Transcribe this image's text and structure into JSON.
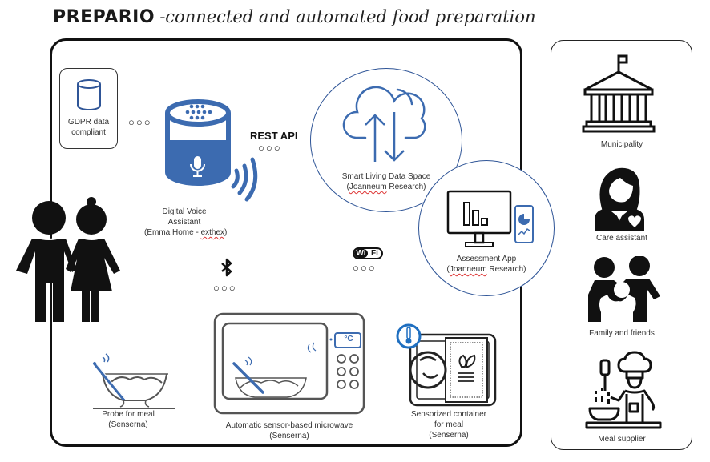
{
  "title": {
    "brand": "PREPARIO",
    "subtitle": "-connected and automated food preparation"
  },
  "colors": {
    "accent_blue": "#2f5597",
    "icon_blue": "#3c6bb0",
    "frame": "#111111",
    "text": "#333333"
  },
  "main": {
    "gdpr": {
      "icon": "database-icon",
      "line1": "GDPR data",
      "line2": "compliant"
    },
    "voice_assistant": {
      "icon": "smart-speaker-icon",
      "line1": "Digital Voice",
      "line2": "Assistant",
      "line3_prefix": "(Emma Home - ",
      "line3_underlined": "exthex",
      "line3_suffix": ")"
    },
    "rest_api": {
      "label": "REST API"
    },
    "connector_dots": "○○○",
    "cloud": {
      "icon": "cloud-sync-icon",
      "line1": "Smart Living Data Space",
      "line2_prefix": "(",
      "line2_underlined": "Joanneum",
      "line2_suffix": " Research)"
    },
    "assessment_app": {
      "icon": "monitor-chart-icon",
      "line1": "Assessment App",
      "line2_prefix": "(",
      "line2_underlined": "Joanneum",
      "line2_suffix": " Research)"
    },
    "bluetooth": {
      "icon": "bluetooth-icon"
    },
    "wifi": {
      "icon": "wifi-icon",
      "left": "Wi",
      "right": "Fi"
    },
    "probe": {
      "icon": "bowl-probe-icon",
      "line1": "Probe for meal",
      "line2": "(Senserna)"
    },
    "microwave": {
      "icon": "microwave-icon",
      "display": "°C",
      "line1": "Automatic sensor-based microwave",
      "line2": "(Senserna)"
    },
    "container": {
      "icon": "meal-container-icon",
      "line1": "Sensorized container",
      "line2": "for meal",
      "line3": "(Senserna)"
    }
  },
  "stakeholders": [
    {
      "icon": "municipality-icon",
      "label": "Municipality"
    },
    {
      "icon": "care-assistant-icon",
      "label": "Care assistant"
    },
    {
      "icon": "family-icon",
      "label": "Family and friends"
    },
    {
      "icon": "chef-icon",
      "label": "Meal supplier"
    }
  ],
  "users": {
    "icon": "elderly-couple-icon"
  }
}
